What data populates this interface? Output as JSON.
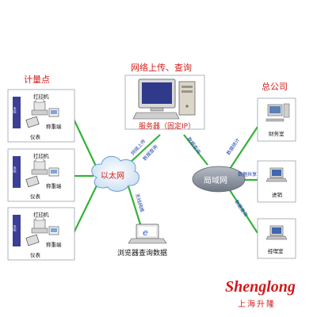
{
  "sections": {
    "metering_point": "计量点",
    "network_query": "网络上传、查询",
    "head_office": "总公司"
  },
  "server": {
    "label": "服务器（固定IP）"
  },
  "ethernet": {
    "label": "以太网"
  },
  "lan": {
    "label": "局域网"
  },
  "browser": {
    "label": "浏览器查询数据"
  },
  "station": {
    "printer": "打印机",
    "terminal": "称重端",
    "instrument": "仪表",
    "panel": "电脑"
  },
  "links": {
    "upload": "网络上传",
    "query": "数据查询",
    "wireless": "无线网络",
    "lan_query": "数据查询",
    "stats": "数据统计",
    "share": "数据共享",
    "query2": "数据查询"
  },
  "offices": [
    {
      "label": "财务室"
    },
    {
      "label": "进销"
    },
    {
      "label": "经理室"
    }
  ],
  "brand": {
    "name": "Shenglong",
    "cn": "上海升隆"
  },
  "colors": {
    "line": "#36b23a",
    "section_title": "#d41c1c",
    "label_blue": "#1e3fa8",
    "cloud": "#d9e9f7",
    "lan_cloud": "#8f96a2",
    "brand": "#d21818"
  }
}
